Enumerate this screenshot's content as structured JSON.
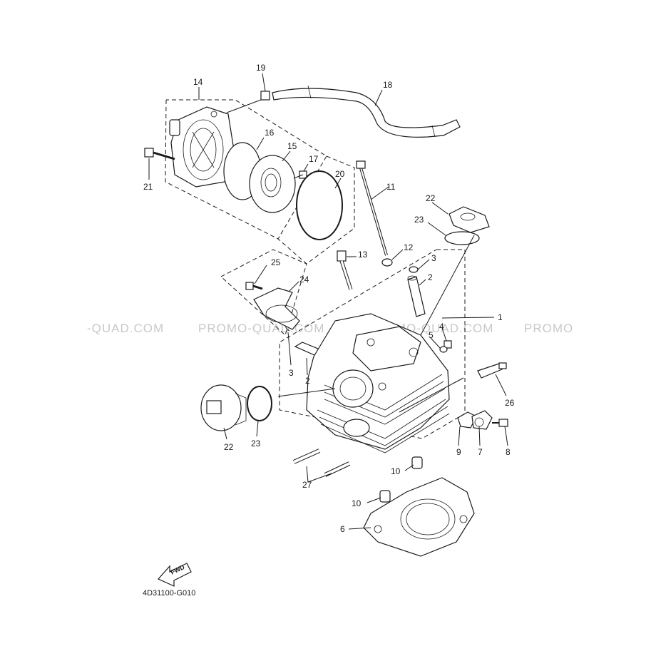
{
  "diagram": {
    "drawing_code": "4D31100-G010",
    "fwd_label": "FWD",
    "watermark": [
      "-QUAD.COM",
      "PROMO-QUAD.COM",
      "PROMO-QUAD.COM",
      "PROMO"
    ]
  },
  "callouts": [
    {
      "id": "c1",
      "label": "1"
    },
    {
      "id": "c2a",
      "label": "2"
    },
    {
      "id": "c2b",
      "label": "2"
    },
    {
      "id": "c3a",
      "label": "3"
    },
    {
      "id": "c3b",
      "label": "3"
    },
    {
      "id": "c4",
      "label": "4"
    },
    {
      "id": "c5",
      "label": "5"
    },
    {
      "id": "c6",
      "label": "6"
    },
    {
      "id": "c7",
      "label": "7"
    },
    {
      "id": "c8",
      "label": "8"
    },
    {
      "id": "c9",
      "label": "9"
    },
    {
      "id": "c10a",
      "label": "10"
    },
    {
      "id": "c10b",
      "label": "10"
    },
    {
      "id": "c11",
      "label": "11"
    },
    {
      "id": "c12",
      "label": "12"
    },
    {
      "id": "c13",
      "label": "13"
    },
    {
      "id": "c14",
      "label": "14"
    },
    {
      "id": "c15",
      "label": "15"
    },
    {
      "id": "c16",
      "label": "16"
    },
    {
      "id": "c17",
      "label": "17"
    },
    {
      "id": "c18",
      "label": "18"
    },
    {
      "id": "c19",
      "label": "19"
    },
    {
      "id": "c20",
      "label": "20"
    },
    {
      "id": "c21",
      "label": "21"
    },
    {
      "id": "c22a",
      "label": "22"
    },
    {
      "id": "c22b",
      "label": "22"
    },
    {
      "id": "c23a",
      "label": "23"
    },
    {
      "id": "c23b",
      "label": "23"
    },
    {
      "id": "c24",
      "label": "24"
    },
    {
      "id": "c25",
      "label": "25"
    },
    {
      "id": "c26",
      "label": "26"
    },
    {
      "id": "c27",
      "label": "27"
    }
  ]
}
